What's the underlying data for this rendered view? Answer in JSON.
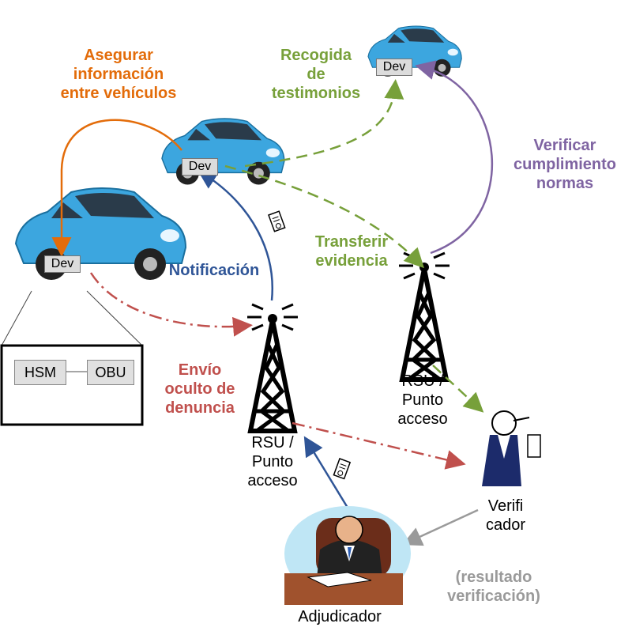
{
  "labels": {
    "asegurar": [
      "Asegurar",
      "información",
      "entre vehículos"
    ],
    "recogida": [
      "Recogida",
      "de",
      "testimonios"
    ],
    "verificar": [
      "Verificar",
      "cumplimiento",
      "normas"
    ],
    "transferir": [
      "Transferir",
      "evidencia"
    ],
    "notificacion": "Notificación",
    "envio": [
      "Envío",
      "oculto de",
      "denuncia"
    ],
    "rsu_left": [
      "RSU /",
      "Punto",
      "acceso"
    ],
    "rsu_right": [
      "RSU /",
      "Punto",
      "acceso"
    ],
    "verificador": [
      "Verifi",
      "cador"
    ],
    "resultado": [
      "(resultado",
      "verificación)"
    ],
    "adjudicador": "Adjudicador"
  },
  "dev_label": "Dev",
  "inset": {
    "hsm": "HSM",
    "obu": "OBU"
  },
  "colors": {
    "orange": "#E36C0A",
    "green": "#77A03A",
    "purple": "#7F64A2",
    "blue": "#2F5597",
    "red": "#C0504D",
    "gray": "#9A9A9A",
    "car": "#3CA6DF"
  }
}
